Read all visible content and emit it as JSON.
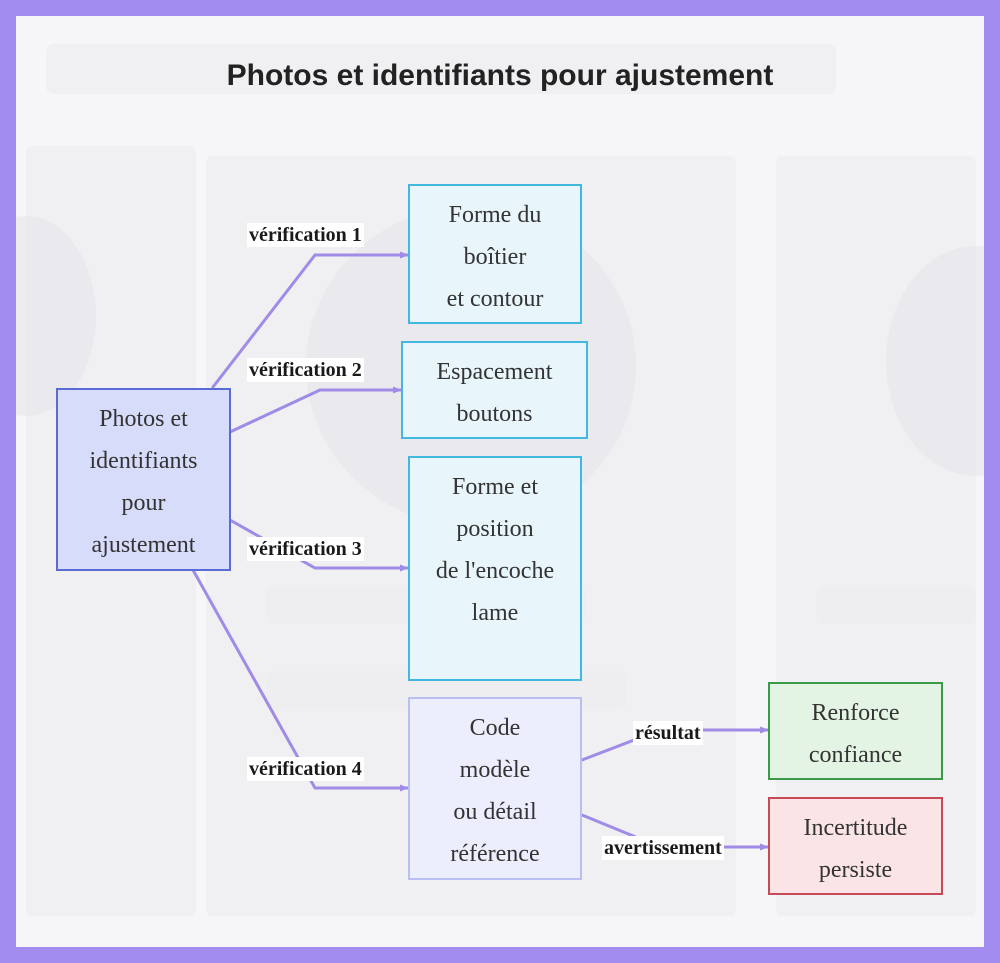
{
  "title": "Photos et identifiants pour ajustement",
  "nodes": {
    "center": "Photos et\nidentifiants\npour\najustement",
    "forme_boitier": "Forme du\nboîtier\net contour",
    "espacement": "Espacement\nboutons",
    "encoche": "Forme et\nposition\nde l'encoche\nlame",
    "code": "Code\nmodèle\nou détail\nréférence",
    "confiance": "Renforce\nconfiance",
    "incertitude": "Incertitude\npersiste"
  },
  "edges": {
    "v1": "vérification 1",
    "v2": "vérification 2",
    "v3": "vérification 3",
    "v4": "vérification 4",
    "resultat": "résultat",
    "avertissement": "avertissement"
  },
  "colors": {
    "frame": "#a38cf0",
    "edge": "#a08be6",
    "cyan_border": "#42b8e0",
    "main_border": "#5a6bd4",
    "green_border": "#3a9a4a",
    "red_border": "#c84a56"
  }
}
